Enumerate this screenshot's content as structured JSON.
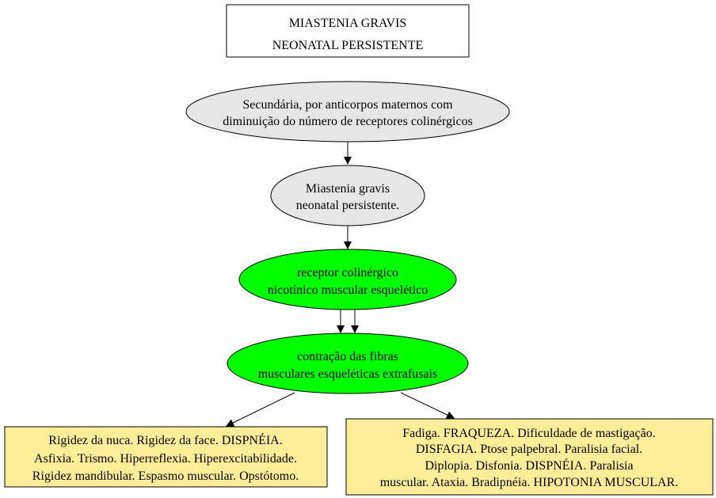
{
  "title": {
    "lines": [
      "MIASTENIA GRAVIS",
      "NEONATAL PERSISTENTE"
    ]
  },
  "nodes": {
    "cause": {
      "lines": [
        "Secundária, por anticorpos maternos com",
        "diminuição do número de receptores colinérgicos"
      ],
      "fill": "#e6e6e6"
    },
    "disease": {
      "lines": [
        "Miastenia gravis",
        "neonatal persistente."
      ],
      "fill": "#e6e6e6"
    },
    "receptor": {
      "lines": [
        "receptor colinérgico",
        "nicotínico muscular esquelético"
      ],
      "fill": "#00ff00"
    },
    "contraction": {
      "lines": [
        "contração das fibras",
        "musculares esqueléticas extrafusais"
      ],
      "fill": "#00ff00"
    }
  },
  "symptoms": {
    "left": {
      "lines": [
        "Rigidez da nuca. Rigidez da face. DISPNÉIA.",
        "Asfixia. Trismo. Hiperreflexia. Hiperexcitabilidade.",
        "Rigidez mandibular. Espasmo muscular. Opstótomo."
      ],
      "fill": "#ffee99"
    },
    "right": {
      "lines": [
        "Fadiga. FRAQUEZA. Dificuldade de mastigação.",
        "DISFAGIA. Ptose palpebral. Paralisia facial.",
        "Diplopia. Disfonia. DISPNÉIA. Paralisia",
        "muscular. Ataxia. Bradipnéia. HIPOTONIA MUSCULAR."
      ],
      "fill": "#ffee99"
    }
  }
}
